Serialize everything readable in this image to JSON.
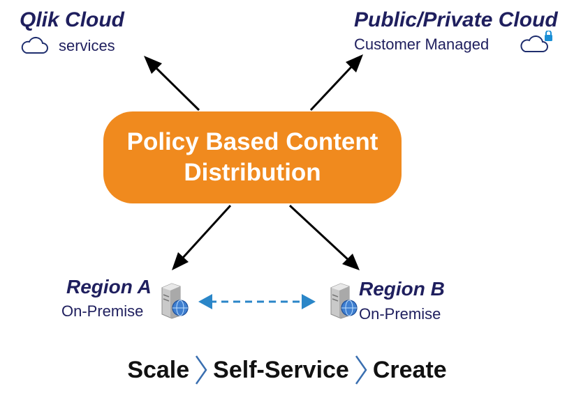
{
  "top_left": {
    "title": "Qlik Cloud",
    "subtitle": "services",
    "icon": "cloud-icon"
  },
  "top_right": {
    "title": "Public/Private Cloud",
    "subtitle": "Customer Managed",
    "icon": "cloud-lock-icon"
  },
  "center": {
    "line1": "Policy Based Content",
    "line2": "Distribution"
  },
  "region_a": {
    "title": "Region A",
    "subtitle": "On-Premise",
    "icon": "server-globe-icon"
  },
  "region_b": {
    "title": "Region B",
    "subtitle": "On-Premise",
    "icon": "server-globe-icon"
  },
  "flow": {
    "steps": [
      "Scale",
      "Self-Service",
      "Create"
    ],
    "separator_icon": "chevron-right-icon"
  },
  "colors": {
    "navy": "#1f1f5e",
    "orange": "#f08a1e",
    "cloud": "#1f2e6e",
    "lock": "#1b8fd6",
    "link_blue": "#2a86c8"
  }
}
